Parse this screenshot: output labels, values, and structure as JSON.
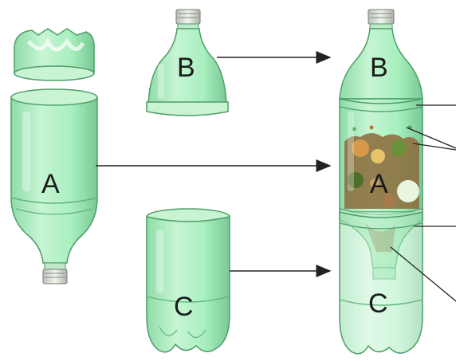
{
  "parts": {
    "a": {
      "label": "A"
    },
    "b": {
      "label": "B"
    },
    "c": {
      "label": "C"
    }
  },
  "assembled": {
    "top": {
      "label": "B"
    },
    "middle": {
      "label": "A"
    },
    "bottom": {
      "label": "C"
    }
  },
  "colors": {
    "bottle_fill": "#a9efbf",
    "bottle_light": "#d4f8de",
    "bottle_dark": "#5fb57c",
    "cap": "#e3e8e0",
    "arrow": "#222222",
    "compost": "#8a6a3a"
  },
  "icons": [
    "arrow-right-icon",
    "bottle-cap-icon",
    "compost-contents-icon"
  ]
}
